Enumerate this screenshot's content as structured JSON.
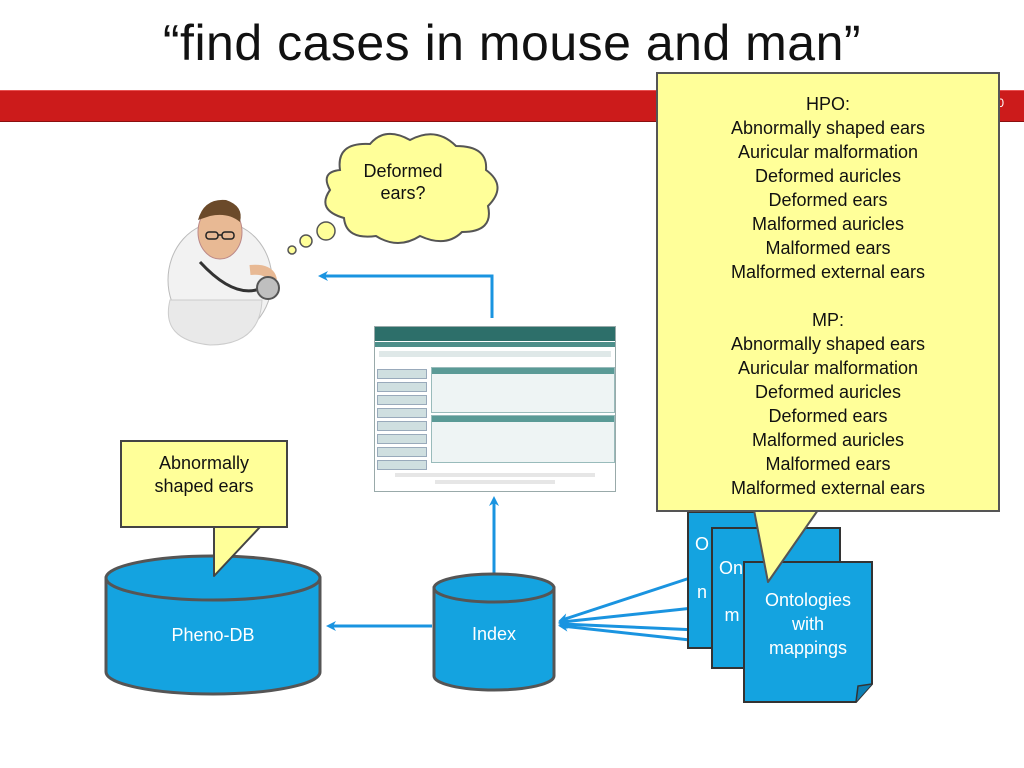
{
  "slide": {
    "title": "“find cases in mouse and man”",
    "slide_number": "0"
  },
  "colors": {
    "accent_red": "#cc1b1b",
    "node_blue": "#14a3e0",
    "callout_yellow": "#ffff99",
    "arrow_blue": "#1a94e0"
  },
  "thought_bubble": {
    "line1": "Deformed",
    "line2": "ears?"
  },
  "callout_left": {
    "line1": "Abnormally",
    "line2": "shaped ears"
  },
  "callout_right": {
    "hpo_header": "HPO:",
    "hpo_terms": [
      "Abnormally shaped ears",
      "Auricular malformation",
      "Deformed auricles",
      "Deformed ears",
      "Malformed auricles",
      "Malformed ears",
      "Malformed external ears"
    ],
    "mp_header": "MP:",
    "mp_terms": [
      "Abnormally shaped ears",
      "Auricular malformation",
      "Deformed auricles",
      "Deformed ears",
      "Malformed auricles",
      "Malformed ears",
      "Malformed external ears"
    ]
  },
  "nodes": {
    "pheno_db": "Pheno-DB",
    "index": "Index"
  },
  "documents": {
    "back1": "O",
    "back2": "n",
    "mid1": "On",
    "mid2": "m",
    "front_line1": "Ontologies",
    "front_line2": "with",
    "front_line3": "mappings"
  }
}
